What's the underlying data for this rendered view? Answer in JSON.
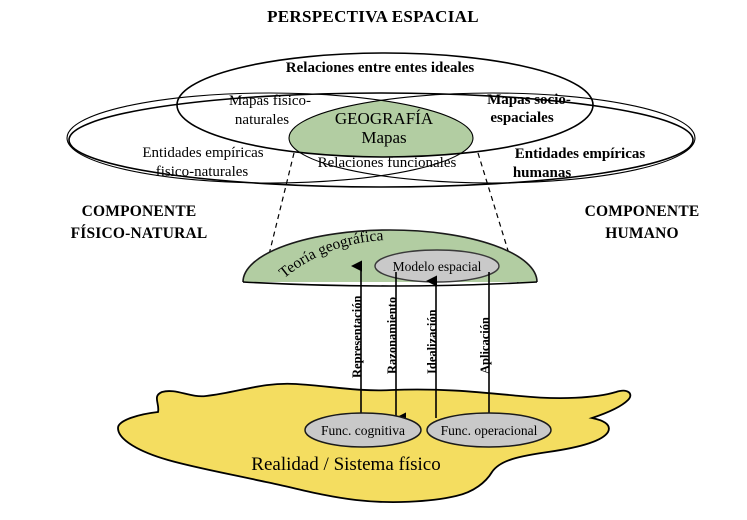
{
  "title": "PERSPECTIVA ESPACIAL",
  "top_diagram": {
    "ellipse_top_label": "Relaciones entre entes ideales",
    "left_upper_label_line1": "Mapas fisico-",
    "left_upper_label_line2": "naturales",
    "right_upper_label_line1": "Mapas socio-",
    "right_upper_label_line2": "espaciales",
    "center_label_line1": "GEOGRAFÍA",
    "center_label_line2": "Mapas",
    "bottom_center_label": "Relaciones funcionales",
    "left_lower_label_line1": "Entidades empíricas",
    "left_lower_label_line2": "fisico-naturales",
    "right_lower_label_line1": "Entidades empíricas",
    "right_lower_label_line2": "humanas"
  },
  "components": {
    "left_line1": "COMPONENTE",
    "left_line2": "FÍSICO-NATURAL",
    "right_line1": "COMPONENTE",
    "right_line2": "HUMANO"
  },
  "middle": {
    "theory_label": "Teoría geográfica",
    "model_label": "Modelo espacial"
  },
  "arrows": [
    {
      "label": "Representación",
      "direction": "up"
    },
    {
      "label": "Razonamiento",
      "direction": "down"
    },
    {
      "label": "Idealización",
      "direction": "up"
    },
    {
      "label": "Aplicación",
      "direction": "down"
    }
  ],
  "bottom": {
    "reality_label": "Realidad / Sistema físico",
    "func_cognitive_label": "Func. cognitiva",
    "func_operational_label": "Func. operacional"
  },
  "colors": {
    "green": "#b2cda2",
    "yellow": "#f4dd60",
    "gray": "#c9c9c9",
    "outline": "#000000",
    "background": "#ffffff"
  }
}
